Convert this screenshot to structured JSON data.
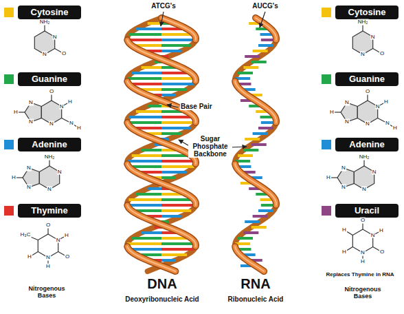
{
  "diagram": {
    "labels": [
      "ATCG's",
      "AUCG's",
      "Base Pair",
      "Sugar Phosphate Backbone",
      "DNA",
      "Deoxyribonucleic Acid",
      "RNA",
      "Ribonucleic Acid",
      "Nitrogenous Bases",
      "Replaces Thymine in RNA",
      "Nitrogenous Bases",
      "NH₂",
      "N",
      "N",
      "O",
      "O",
      "N",
      "H",
      "N",
      "N",
      "H",
      "N",
      "N",
      "H",
      "NH₂",
      "N",
      "N",
      "H",
      "N",
      "N",
      "O",
      "H₃C",
      "N",
      "H",
      "H",
      "O",
      "N",
      "H",
      "NH₂",
      "N",
      "N",
      "O",
      "O",
      "N",
      "H",
      "N",
      "N",
      "H",
      "N",
      "N",
      "H",
      "NH₂",
      "N",
      "N",
      "H",
      "N",
      "N",
      "O",
      "H",
      "N",
      "H",
      "H",
      "O",
      "N",
      "H"
    ],
    "legend": [
      {
        "text": "Cytosine",
        "color": "#f4c20d"
      },
      {
        "text": "Guanine",
        "color": "#22a84a"
      },
      {
        "text": "Adenine",
        "color": "#1e8fd6"
      },
      {
        "text": "Thymine",
        "color": "#e0312b"
      },
      {
        "text": "Cytosine",
        "color": "#f4c20d"
      },
      {
        "text": "Guanine",
        "color": "#22a84a"
      },
      {
        "text": "Adenine",
        "color": "#1e8fd6"
      },
      {
        "text": "Uracil",
        "color": "#8e4585"
      }
    ]
  }
}
